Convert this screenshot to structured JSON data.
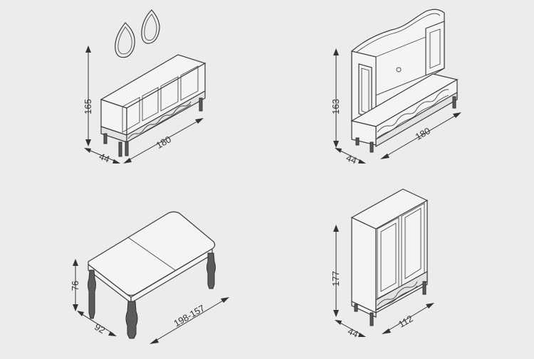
{
  "items": [
    {
      "name": "sideboard",
      "dimensions": {
        "height": "165",
        "width": "180",
        "depth": "44"
      }
    },
    {
      "name": "tv-unit",
      "dimensions": {
        "height": "163",
        "width": "180",
        "depth": "44"
      }
    },
    {
      "name": "dining-table",
      "dimensions": {
        "height": "76",
        "width": "198-157",
        "depth": "92"
      }
    },
    {
      "name": "display-cabinet",
      "dimensions": {
        "height": "177",
        "width": "112",
        "depth": "44"
      }
    }
  ]
}
